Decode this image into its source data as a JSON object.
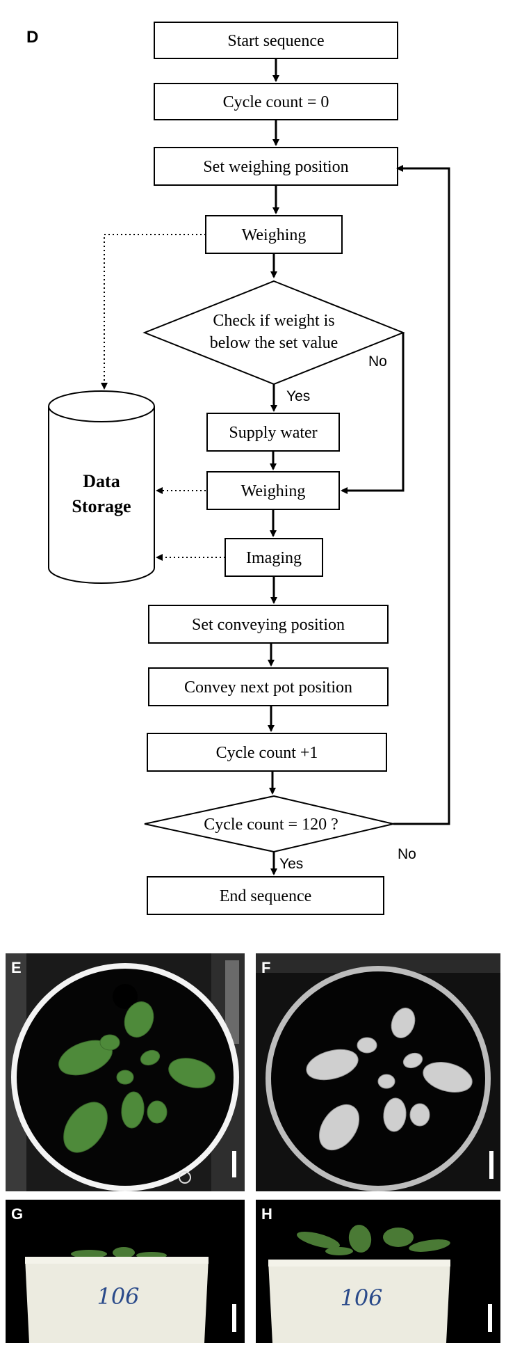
{
  "panel_labels": {
    "d": "D",
    "e": "E",
    "f": "F",
    "g": "G",
    "h": "H"
  },
  "flowchart": {
    "start": "Start sequence",
    "cycle_zero": "Cycle count = 0",
    "set_weighing": "Set weighing position",
    "weighing_1": "Weighing",
    "check_line1": "Check if weight is",
    "check_line2": "below the set value",
    "check_no": "No",
    "check_yes": "Yes",
    "supply_water": "Supply water",
    "weighing_2": "Weighing",
    "imaging": "Imaging",
    "set_conveying": "Set conveying position",
    "convey_next": "Convey next pot position",
    "cycle_plus": "Cycle count +1",
    "cycle_check": "Cycle count = 120 ?",
    "cycle_no": "No",
    "cycle_yes": "Yes",
    "end": "End sequence",
    "storage_line1": "Data",
    "storage_line2": "Storage"
  },
  "photos": {
    "pot_label": "106",
    "colors": {
      "plant_green": "#4e8a3a",
      "plant_gray": "#cfcfcf",
      "pot_white": "#f2f0e6",
      "background": "#000000"
    }
  }
}
